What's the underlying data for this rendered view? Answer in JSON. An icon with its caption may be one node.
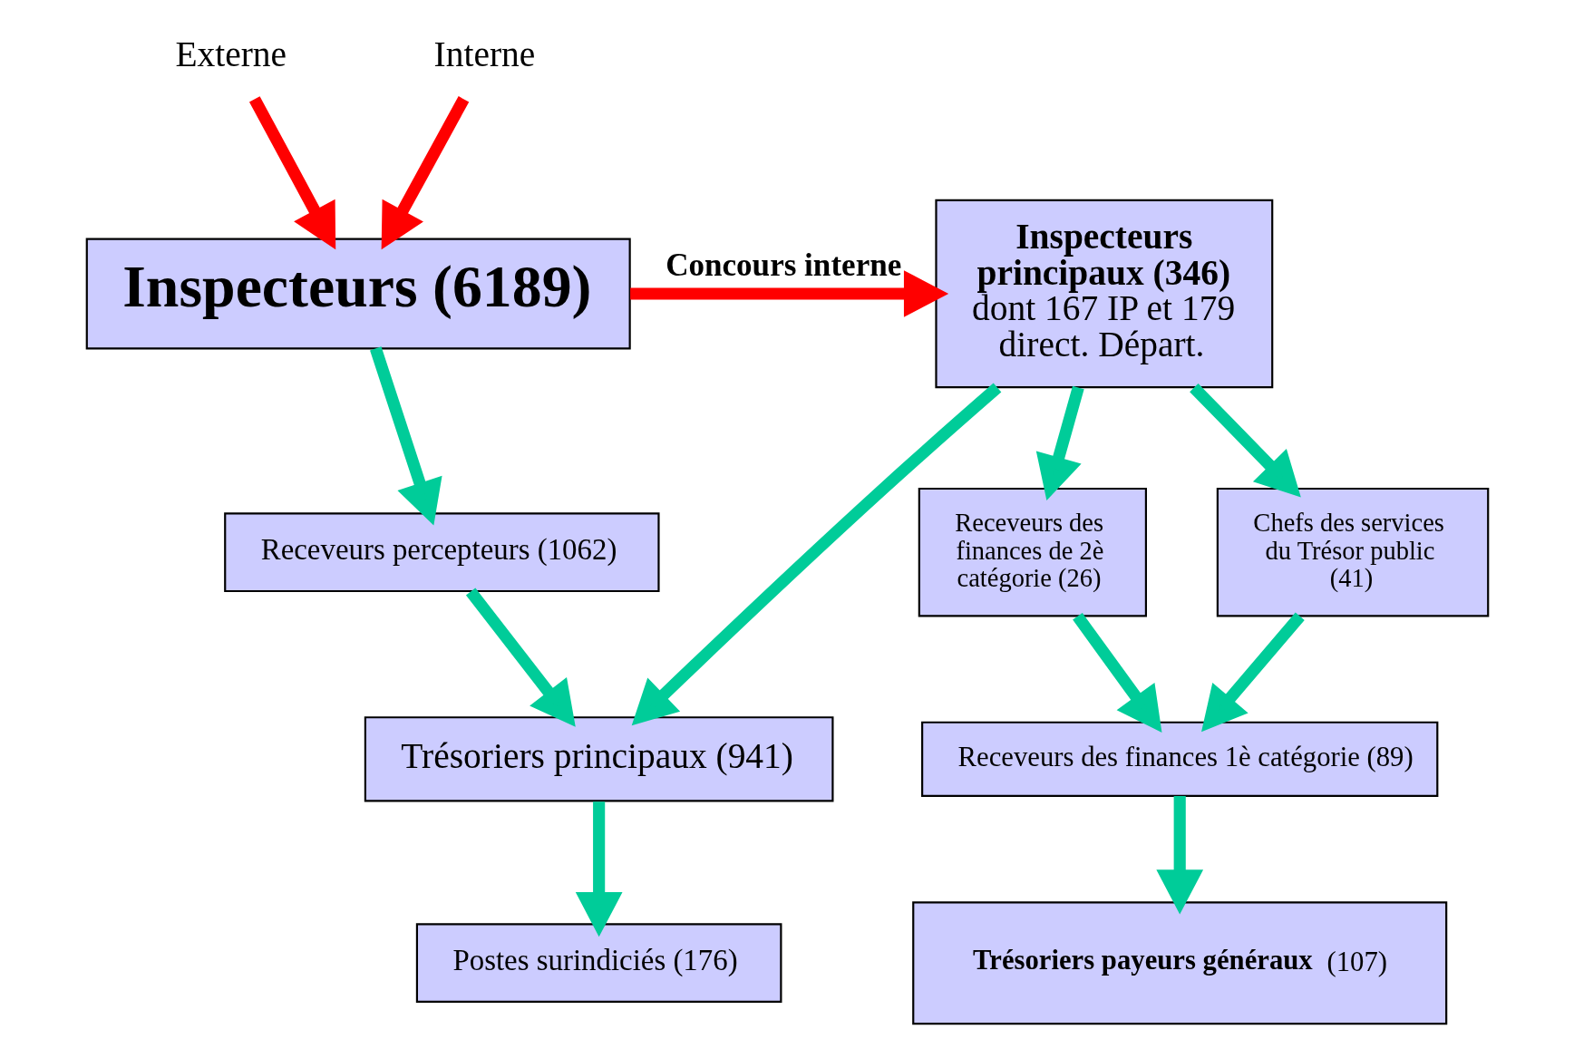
{
  "diagram": {
    "nodes": [
      {
        "text": [
          "Externe"
        ]
      },
      {
        "text": [
          "Interne"
        ]
      },
      {
        "text": [
          "**Inspecteurs (6189)**"
        ]
      },
      {
        "text": [
          "**Inspecteurs principaux (346)**",
          "dont 167 IP et 179 direct. Départ."
        ]
      },
      {
        "text": [
          "Receveurs percepteurs (1062)"
        ]
      },
      {
        "text": [
          "Trésoriers principaux (941)"
        ]
      },
      {
        "text": [
          "Postes surindiciés (176)"
        ]
      },
      {
        "text": [
          "Receveurs des finances de 2è catégorie (26)"
        ]
      },
      {
        "text": [
          "Chefs des services du Trésor public (41)"
        ]
      },
      {
        "text": [
          "Receveurs des finances 1è catégorie (89)"
        ]
      },
      {
        "text": [
          "**Trésoriers payeurs généraux** (107)"
        ]
      }
    ],
    "edges": [
      {
        "from": 0,
        "to": 2,
        "arrow": "to",
        "color": "#ff0000"
      },
      {
        "from": 1,
        "to": 2,
        "arrow": "to",
        "color": "#ff0000"
      },
      {
        "from": 2,
        "to": 3,
        "arrow": "to",
        "color": "#ff0000",
        "label": "**Concours interne**"
      },
      {
        "from": 2,
        "to": 4,
        "arrow": "to"
      },
      {
        "from": 4,
        "to": 5,
        "arrow": "to"
      },
      {
        "from": 3,
        "to": 5,
        "arrow": "to"
      },
      {
        "from": 3,
        "to": 7,
        "arrow": "to"
      },
      {
        "from": 3,
        "to": 8,
        "arrow": "to"
      },
      {
        "from": 5,
        "to": 6,
        "arrow": "to"
      },
      {
        "from": 7,
        "to": 9,
        "arrow": "to"
      },
      {
        "from": 8,
        "to": 9,
        "arrow": "to"
      },
      {
        "from": 9,
        "to": 10,
        "arrow": "to"
      }
    ]
  }
}
